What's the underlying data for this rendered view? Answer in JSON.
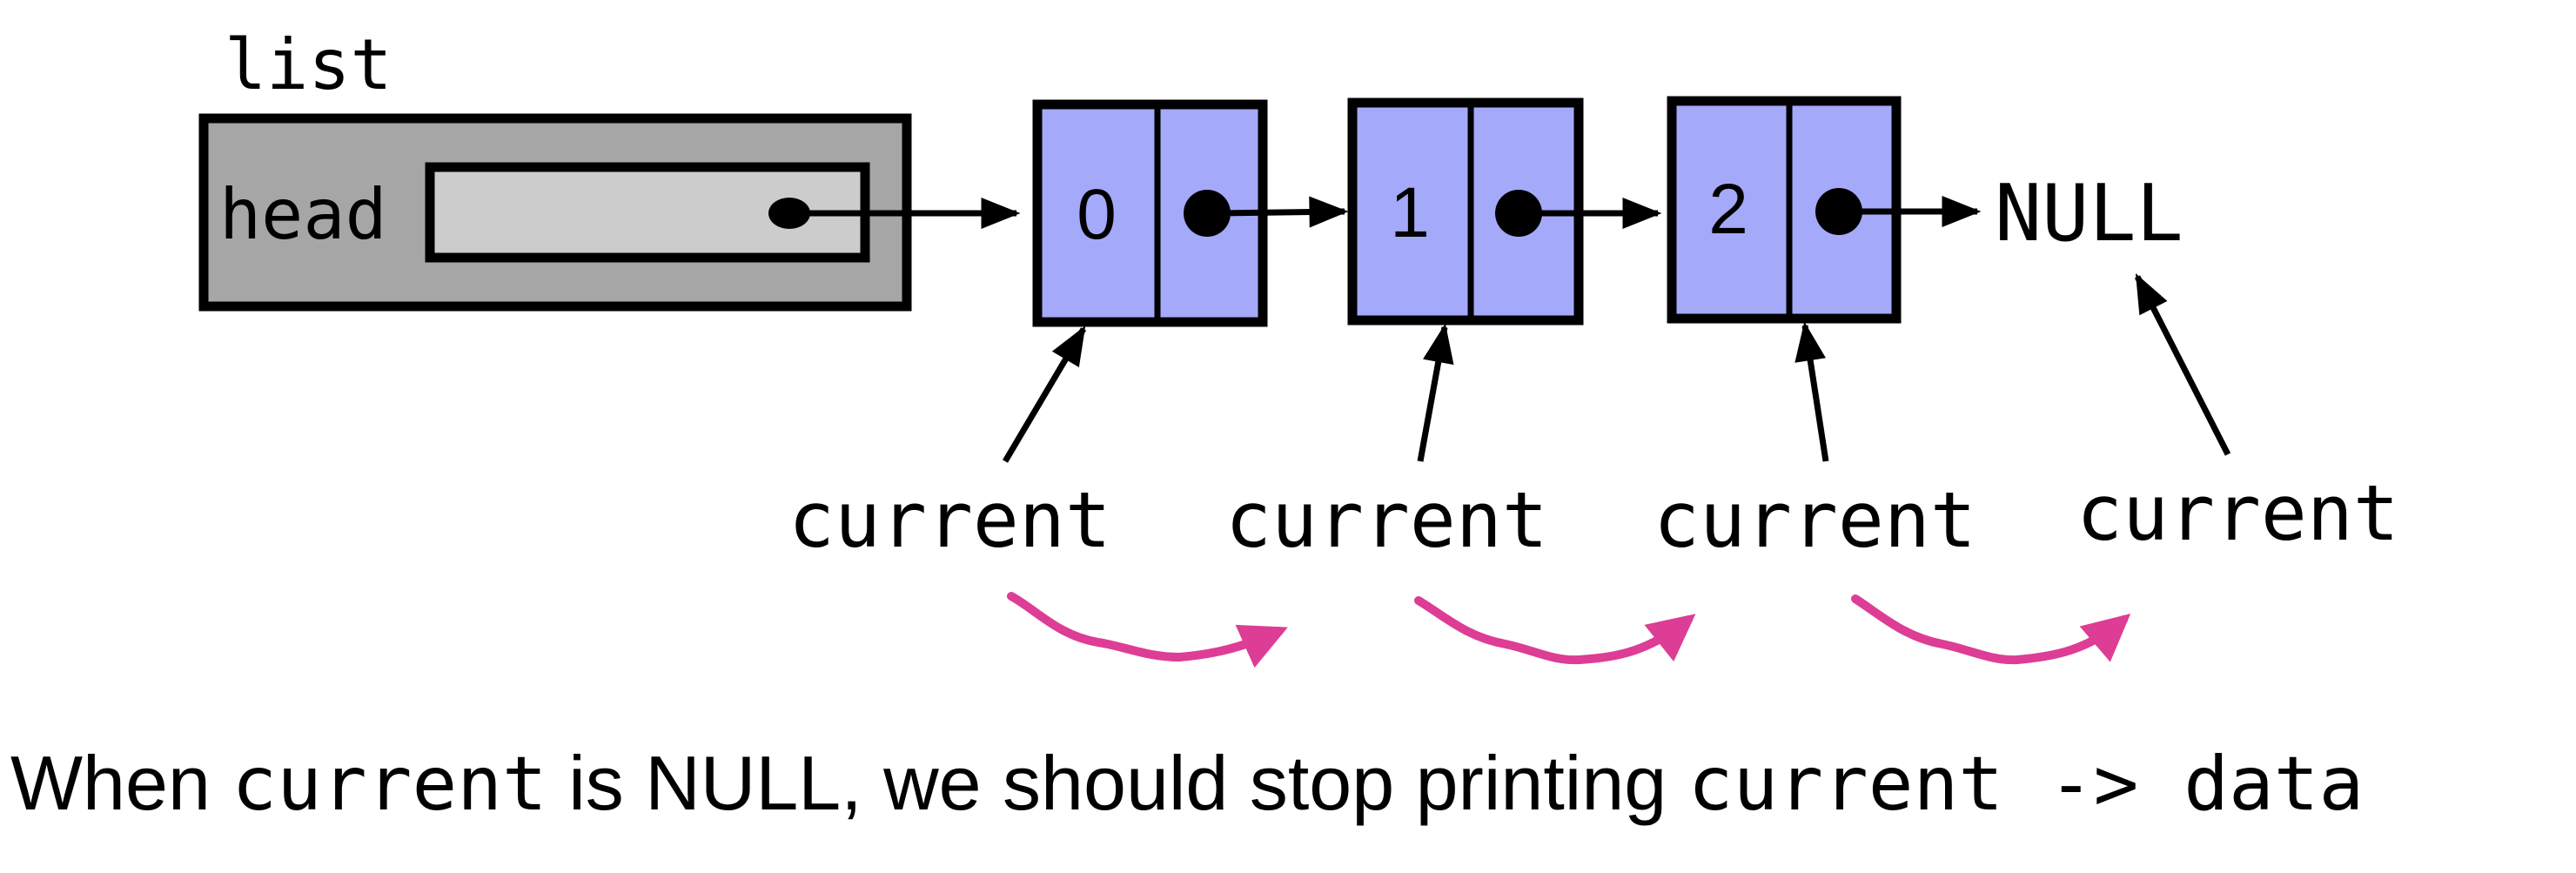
{
  "list": {
    "label": "list",
    "field_label": "head"
  },
  "nodes": [
    {
      "value": "0"
    },
    {
      "value": "1"
    },
    {
      "value": "2"
    }
  ],
  "null_label": "NULL",
  "current_label": "current",
  "caption": {
    "part1": "When ",
    "code1": "current",
    "part2": " is ",
    "null_word": "NULL",
    "part3": ", we should stop printing ",
    "code2": "current -> data"
  },
  "colors": {
    "list_outer": "#a6a6a6",
    "head_inner": "#cccccc",
    "node_fill": "#a5a9fa",
    "advance_arrow": "#dd3d95",
    "stroke": "#000000"
  }
}
